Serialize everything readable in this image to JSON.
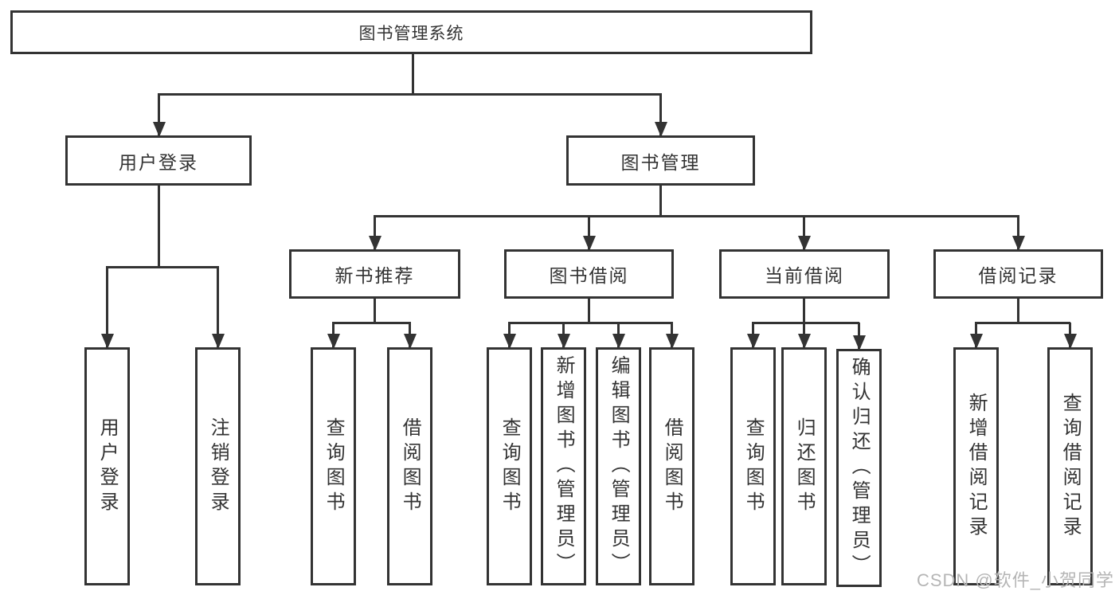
{
  "diagram": {
    "root": {
      "label": "图书管理系统"
    },
    "level2": [
      {
        "label": "用户登录"
      },
      {
        "label": "图书管理"
      }
    ],
    "level3": [
      {
        "label": "新书推荐"
      },
      {
        "label": "图书借阅"
      },
      {
        "label": "当前借阅"
      },
      {
        "label": "借阅记录"
      }
    ],
    "leaves": [
      {
        "label": "用户登录"
      },
      {
        "label": "注销登录"
      },
      {
        "label": "查询图书"
      },
      {
        "label": "借阅图书"
      },
      {
        "label": "查询图书"
      },
      {
        "label": "新增图书（管理员）"
      },
      {
        "label": "编辑图书（管理员）"
      },
      {
        "label": "借阅图书"
      },
      {
        "label": "查询图书"
      },
      {
        "label": "归还图书"
      },
      {
        "label": "确认归还（管理员）"
      },
      {
        "label": "新增借阅记录"
      },
      {
        "label": "查询借阅记录"
      }
    ]
  },
  "watermark": {
    "text": "CSDN @软件_小贺同学"
  },
  "colors": {
    "line": "#333333",
    "text": "#333333",
    "background": "#ffffff",
    "watermark": "#b5b5b5"
  }
}
